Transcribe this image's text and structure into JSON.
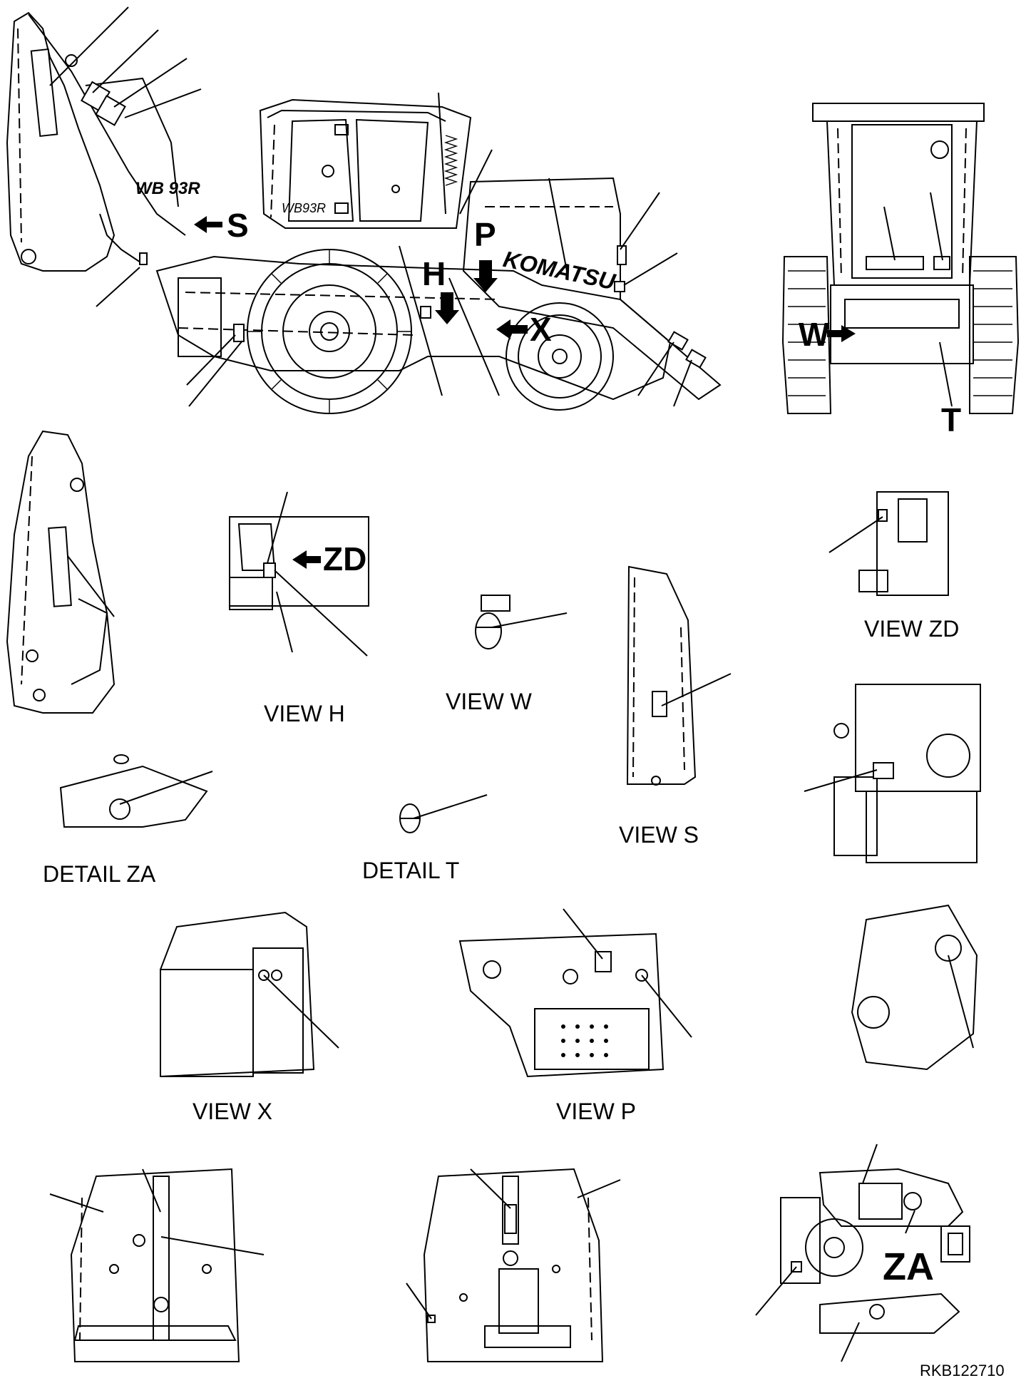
{
  "drawing": {
    "drawing_code": "RKB122710",
    "brand_mark": "KOMATSU",
    "model_marks": [
      "WB 93R",
      "WB93R"
    ],
    "view_letters": [
      "S",
      "P",
      "H",
      "X",
      "W",
      "T",
      "ZD",
      "ZA"
    ],
    "captions": {
      "view_h": "VIEW H",
      "view_w": "VIEW W",
      "view_s": "VIEW S",
      "view_zd": "VIEW ZD",
      "view_x": "VIEW X",
      "view_p": "VIEW P",
      "detail_za": "DETAIL ZA",
      "detail_t": "DETAIL T"
    }
  }
}
